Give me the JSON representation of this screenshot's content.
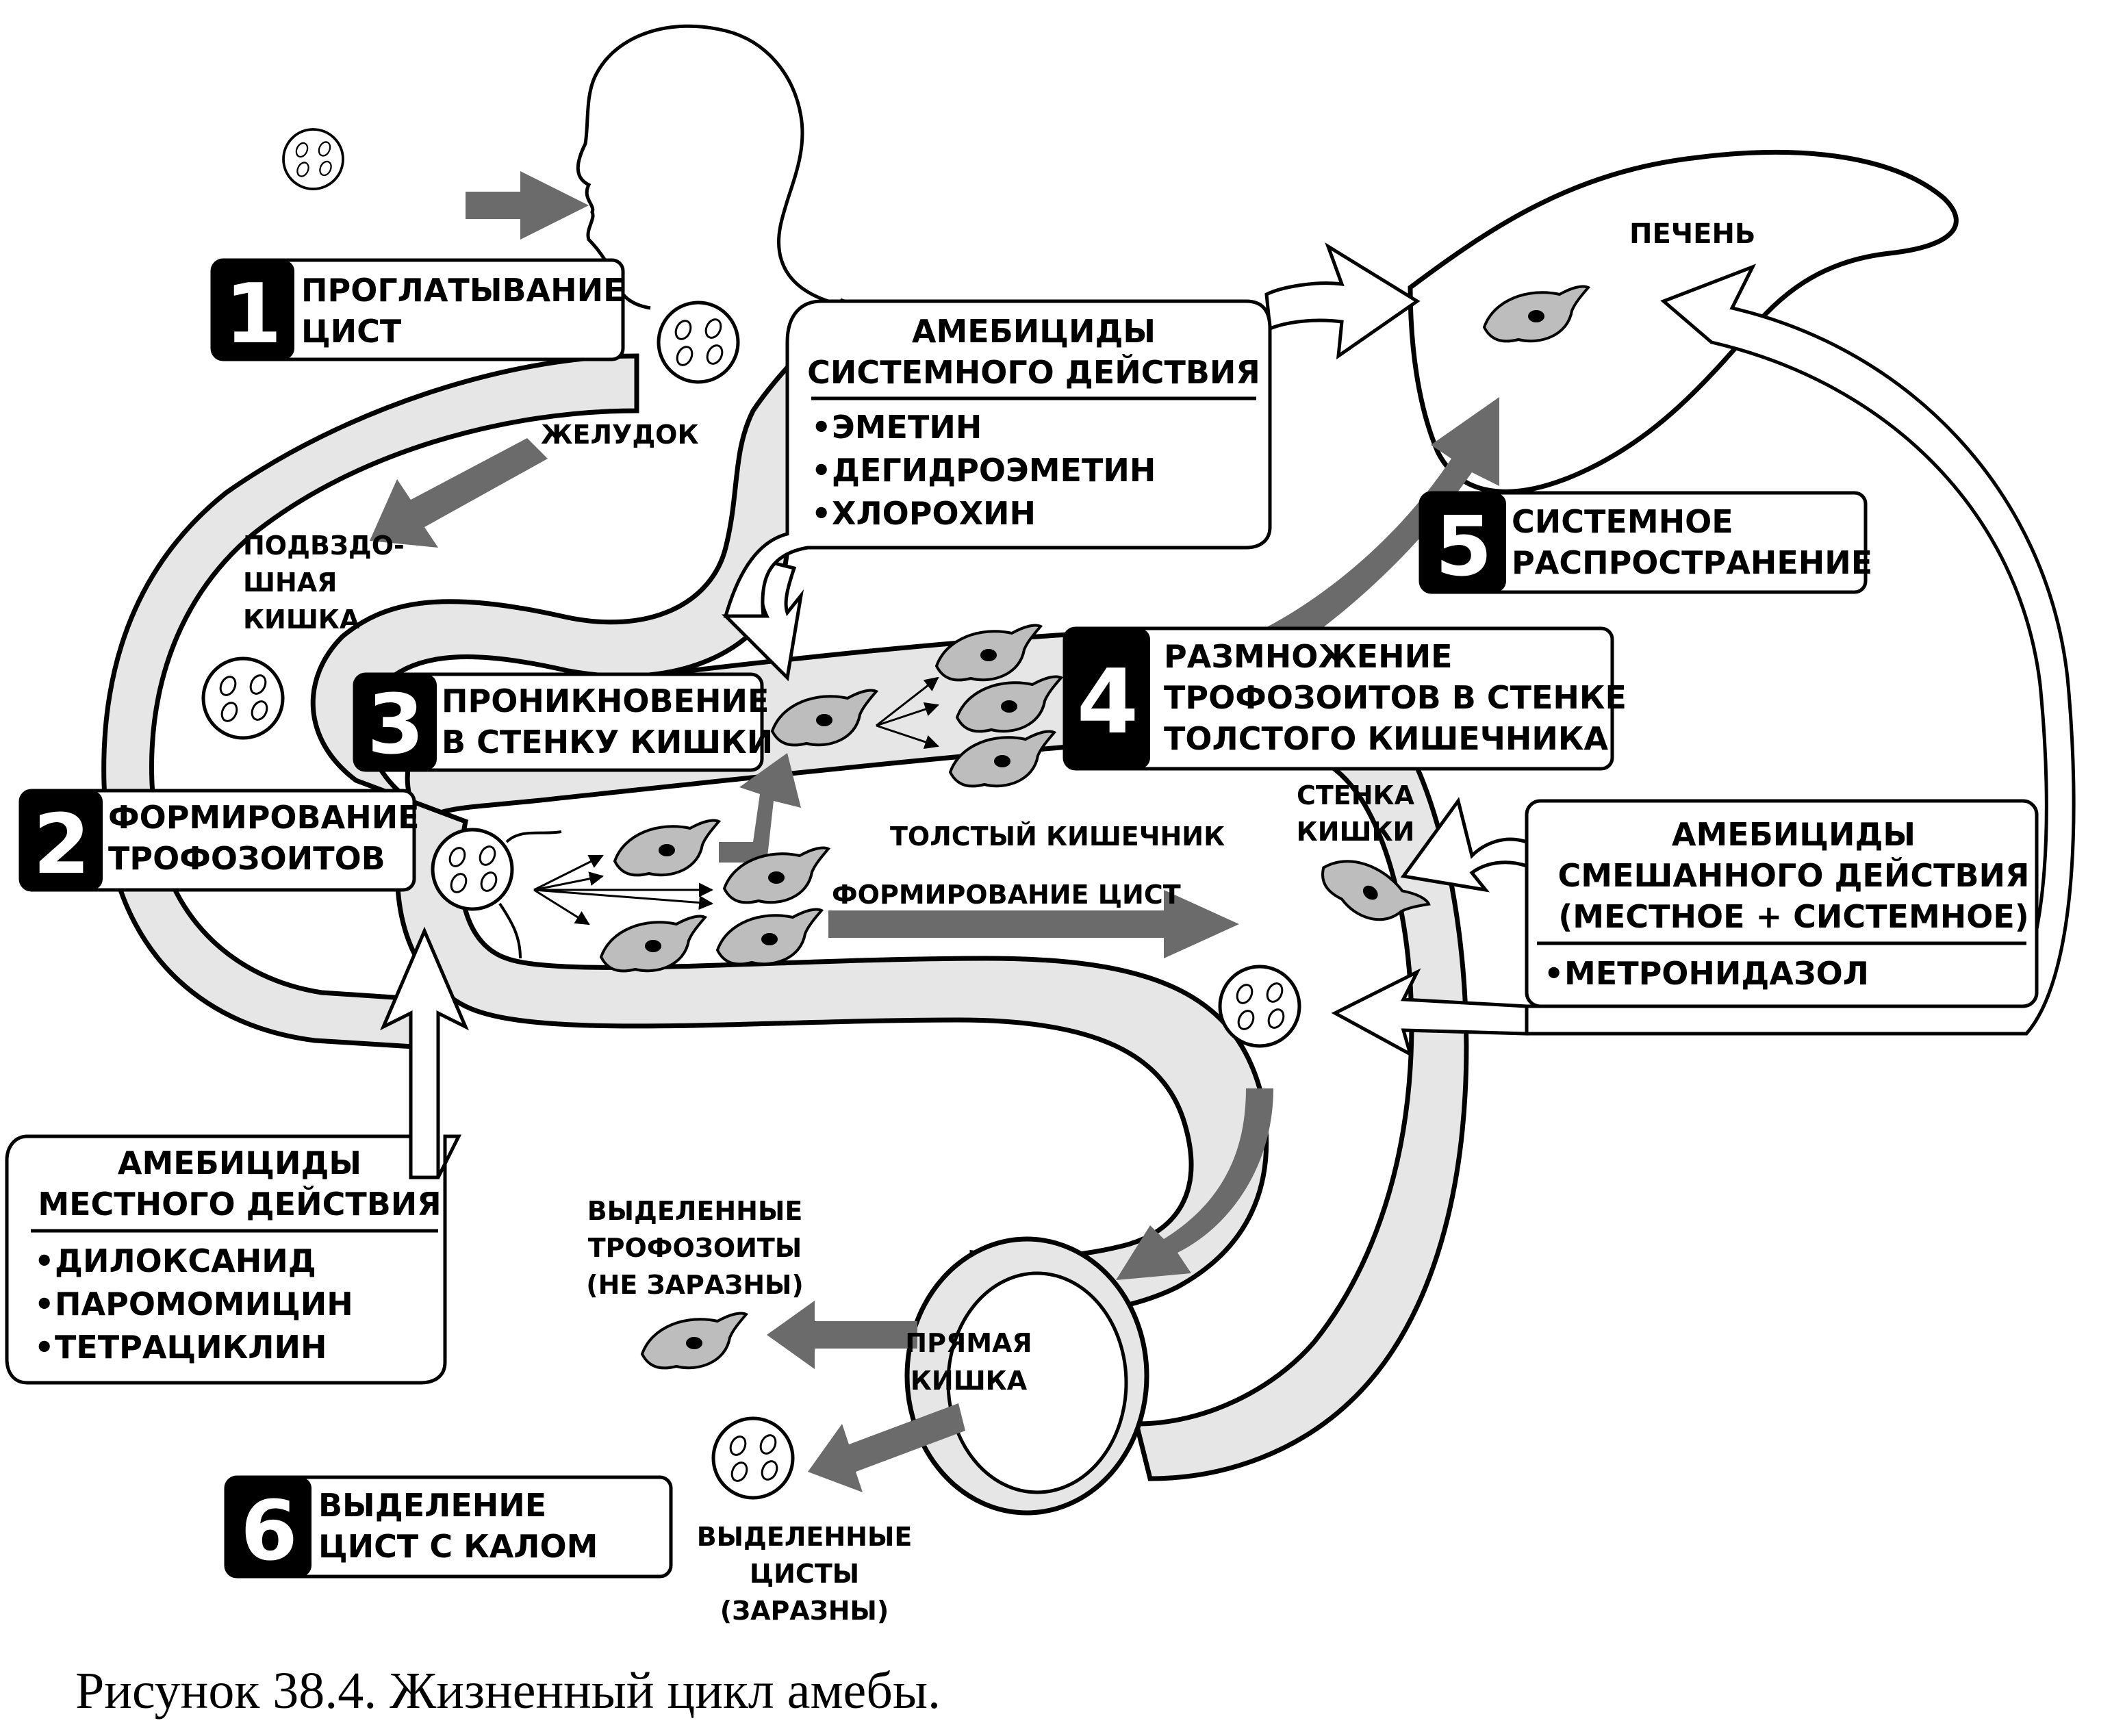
{
  "diagram": {
    "caption": "Рисунок 38.4. Жизненный цикл амебы.",
    "steps": [
      {
        "number": "1",
        "line1": "ПРОГЛАТЫВАНИЕ",
        "line2": "ЦИСТ"
      },
      {
        "number": "2",
        "line1": "ФОРМИРОВАНИЕ",
        "line2": "ТРОФОЗОИТОВ"
      },
      {
        "number": "3",
        "line1": "ПРОНИКНОВЕНИЕ",
        "line2": "В СТЕНКУ КИШКИ"
      },
      {
        "number": "4",
        "line1": "РАЗМНОЖЕНИЕ",
        "line2": "ТРОФОЗОИТОВ В СТЕНКЕ",
        "line3": "ТОЛСТОГО КИШЕЧНИКА"
      },
      {
        "number": "5",
        "line1": "СИСТЕМНОЕ",
        "line2": "РАСПРОСТРАНЕНИЕ"
      },
      {
        "number": "6",
        "line1": "ВЫДЕЛЕНИЕ",
        "line2": "ЦИСТ С КАЛОМ"
      }
    ],
    "drug_boxes": {
      "systemic": {
        "title1": "АМЕБИЦИДЫ",
        "title2": "СИСТЕМНОГО ДЕЙСТВИЯ",
        "items": [
          "ЭМЕТИН",
          "ДЕГИДРОЭМЕТИН",
          "ХЛОРОХИН"
        ]
      },
      "mixed": {
        "title1": "АМЕБИЦИДЫ",
        "title2": "СМЕШАННОГО ДЕЙСТВИЯ",
        "title3": "(МЕСТНОЕ + СИСТЕМНОЕ)",
        "items": [
          "МЕТРОНИДАЗОЛ"
        ]
      },
      "local": {
        "title1": "АМЕБИЦИДЫ",
        "title2": "МЕСТНОГО ДЕЙСТВИЯ",
        "items": [
          "ДИЛОКСАНИД",
          "ПАРОМОМИЦИН",
          "ТЕТРАЦИКЛИН"
        ]
      }
    },
    "bullet": "•",
    "labels": {
      "stomach": "ЖЕЛУДОК",
      "ileum1": "ПОДВЗДО-",
      "ileum2": "ШНАЯ",
      "ileum3": "КИШКА",
      "liver": "ПЕЧЕНЬ",
      "colon": "ТОЛСТЫЙ КИШЕЧНИК",
      "wall1": "СТЕНКА",
      "wall2": "КИШКИ",
      "cyst_formation": "ФОРМИРОВАНИЕ ЦИСТ",
      "rectum1": "ПРЯМАЯ",
      "rectum2": "КИШКА",
      "troph1": "ВЫДЕЛЕННЫЕ",
      "troph2": "ТРОФОЗОИТЫ",
      "troph3": "(НЕ ЗАРАЗНЫ)",
      "cysts1": "ВЫДЕЛЕННЫЕ",
      "cysts2": "ЦИСТЫ",
      "cysts3": "(ЗАРАЗНЫ)"
    },
    "colors": {
      "gut_fill": "#e6e6e6",
      "arrow_gray": "#6b6b6b",
      "cell_fill": "#bdbdbd",
      "outline": "#000000",
      "badge": "#000000"
    }
  }
}
